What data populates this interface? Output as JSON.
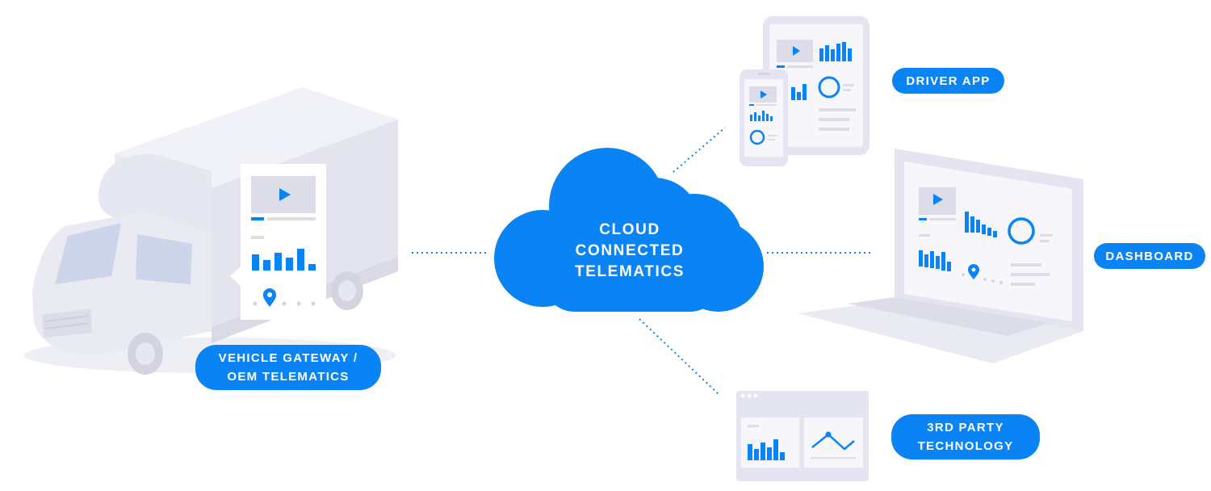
{
  "cloud": {
    "lines": [
      "CLOUD",
      "CONNECTED",
      "TELEMATICS"
    ]
  },
  "nodes": {
    "vehicle": {
      "lines": [
        "VEHICLE GATEWAY /",
        "OEM TELEMATICS"
      ]
    },
    "driver_app": {
      "lines": [
        "DRIVER APP"
      ]
    },
    "dashboard": {
      "lines": [
        "DASHBOARD"
      ]
    },
    "third_party": {
      "lines": [
        "3RD PARTY",
        "TECHNOLOGY"
      ]
    }
  },
  "colors": {
    "accent": "#0a84f5",
    "device_frame": "#e4e5f0",
    "screen": "#f7f7fb",
    "placeholder": "#dcdde8",
    "truck": "#e8e9f1"
  },
  "icons": [
    "play-icon",
    "map-pin-icon",
    "bar-chart-icon",
    "donut-chart-icon",
    "line-chart-icon"
  ]
}
